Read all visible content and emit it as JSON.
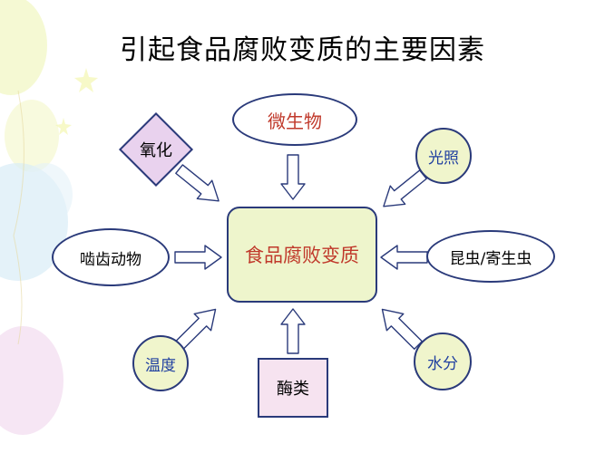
{
  "title": "引起食品腐败变质的主要因素",
  "center": {
    "label": "食品腐败变质",
    "color": "#c0392b"
  },
  "factors": {
    "microbe": {
      "label": "微生物",
      "color": "#c0392b"
    },
    "oxidation": {
      "label": "氧化",
      "color": "#000000"
    },
    "light": {
      "label": "光照",
      "color": "#1f3fa0"
    },
    "rodents": {
      "label": "啮齿动物",
      "color": "#000000"
    },
    "insects": {
      "label": "昆虫/寄生虫",
      "color": "#000000"
    },
    "temperature": {
      "label": "温度",
      "color": "#1f3fa0"
    },
    "enzymes": {
      "label": "酶类",
      "color": "#000000"
    },
    "water": {
      "label": "水分",
      "color": "#1f3fa0"
    }
  }
}
